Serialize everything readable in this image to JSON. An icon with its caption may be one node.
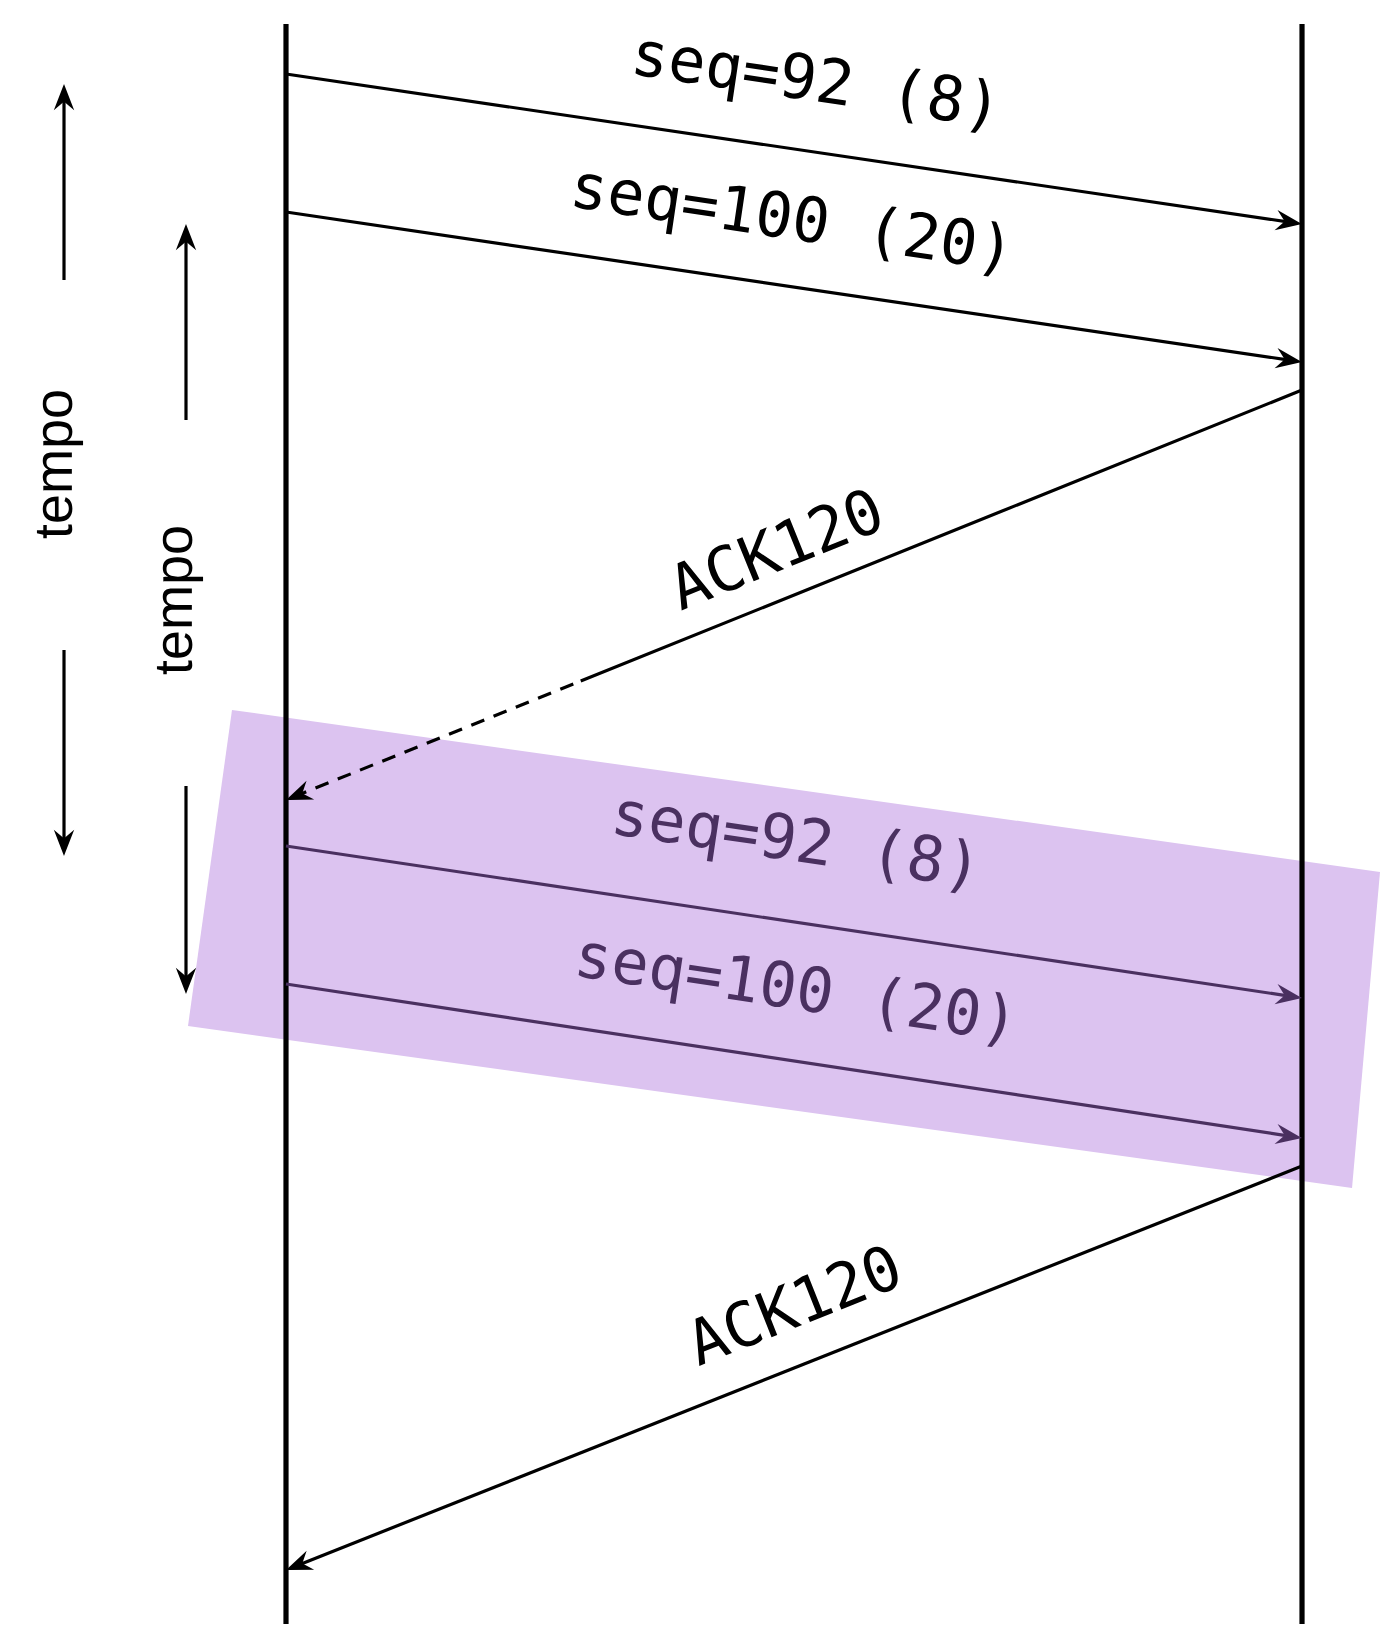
{
  "diagram": {
    "nodes": [
      {
        "text": [],
        "shape": "bar"
      },
      {
        "text": [],
        "shape": "bar"
      }
    ],
    "edges": [
      {
        "from": 0,
        "to": 1,
        "arrow": "to",
        "label": "seq=92 (8)"
      },
      {
        "from": 0,
        "to": 1,
        "arrow": "to",
        "label": "seq=100 (20)"
      },
      {
        "from": 1,
        "to": 0,
        "arrow": "to",
        "label": "ACK120",
        "style": "dashed"
      },
      {
        "from": 0,
        "to": 1,
        "arrow": "to",
        "label": "seq=92 (8)",
        "color": "#4a3060"
      },
      {
        "from": 0,
        "to": 1,
        "arrow": "to",
        "label": "seq=100 (20)",
        "color": "#4a3060"
      },
      {
        "from": 1,
        "to": 0,
        "arrow": "to",
        "label": "ACK120"
      }
    ],
    "labels": [
      "tempo",
      "tempo"
    ]
  }
}
